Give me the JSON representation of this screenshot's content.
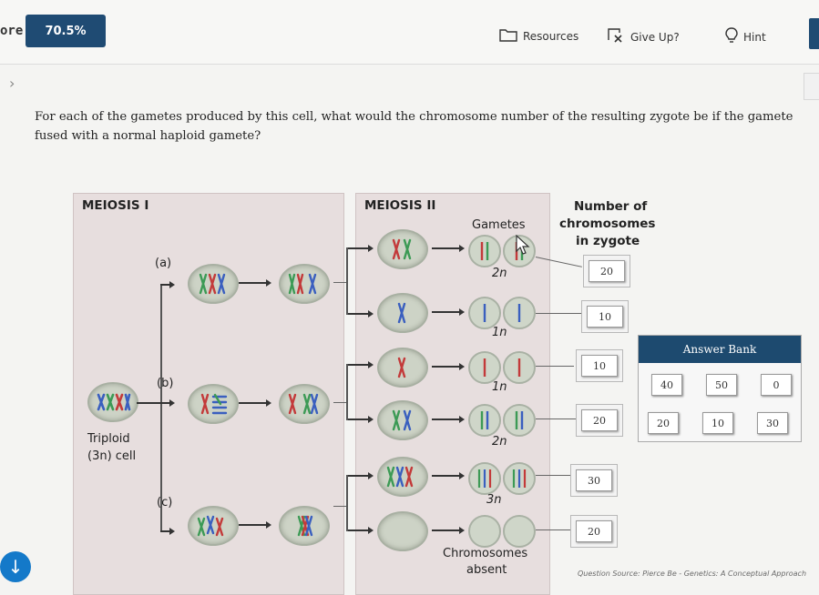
{
  "topbar": {
    "score_label": "ore:",
    "score_value": "70.5%",
    "resources_label": "Resources",
    "giveup_label": "Give Up?",
    "hint_label": "Hint"
  },
  "question": {
    "text": "For each of the gametes produced by this cell, what would the chromosome number of the resulting zygote be if the gamete fused with a normal haploid gamete?"
  },
  "diagram": {
    "meiosis1_title": "MEIOSIS I",
    "meiosis2_title": "MEIOSIS II",
    "gametes_title": "Gametes",
    "number_title_1": "Number of",
    "number_title_2": "chromosomes",
    "number_title_3": "in zygote",
    "branch_a": "(a)",
    "branch_b": "(b)",
    "branch_c": "(c)",
    "triploid_1": "Triploid",
    "triploid_2": "(3n) cell",
    "ploidy_1": "2n",
    "ploidy_2": "1n",
    "ploidy_3": "1n",
    "ploidy_4": "2n",
    "ploidy_5": "3n",
    "absent_1": "Chromosomes",
    "absent_2": "absent"
  },
  "answers": [
    "20",
    "10",
    "10",
    "20",
    "30",
    "20"
  ],
  "answer_bank": {
    "title": "Answer Bank",
    "chips": [
      "40",
      "50",
      "0",
      "20",
      "10",
      "30"
    ]
  },
  "footer": {
    "source": "Question Source: Pierce Be - Genetics: A Conceptual Approach"
  },
  "colors": {
    "accent": "#1f4b73",
    "chrom_red": "#c33a3a",
    "chrom_green": "#3c9a55",
    "chrom_blue": "#3a5fbf"
  }
}
